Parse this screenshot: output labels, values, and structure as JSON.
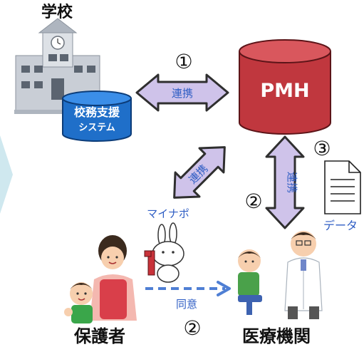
{
  "school": {
    "label": "学校",
    "system_line1": "校務支援",
    "system_line2": "システム"
  },
  "pmh": {
    "label": "PMH"
  },
  "links": {
    "school_pmh": {
      "number": "①",
      "label": "連携"
    },
    "mynapo_pmh": {
      "label": "連携"
    },
    "medical_pmh": {
      "number": "②",
      "label": "連携"
    },
    "data_label": {
      "number": "③",
      "label": "データ"
    }
  },
  "mynapo": {
    "label": "マイナポ"
  },
  "guardian": {
    "label": "保護者",
    "consent_label": "同意",
    "consent_number": "②"
  },
  "medical": {
    "label": "医療機関"
  },
  "colors": {
    "arrow_fill": "#cfc3ea",
    "arrow_stroke": "#2f2f2f",
    "pmh_red": "#c0373e",
    "system_blue": "#1f6fc9",
    "consent_blue": "#4f7fd4",
    "accent_text": "#2f5ec4"
  }
}
